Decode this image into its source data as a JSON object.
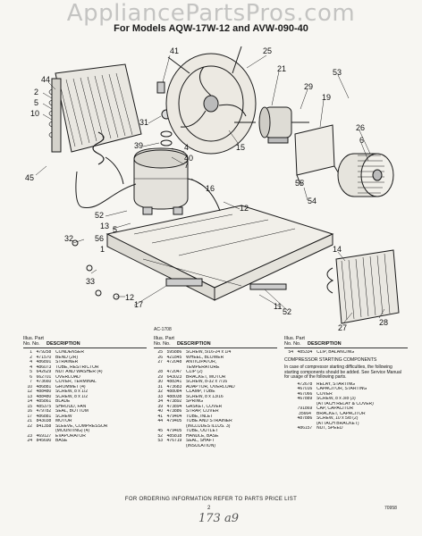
{
  "watermark": "AppliancePartsPros.com",
  "title_line": "For Models AQW-17W-12 and AVW-090-40",
  "callouts": [
    "44",
    "2",
    "5",
    "10",
    "45",
    "41",
    "31",
    "39",
    "4",
    "16",
    "7",
    "40",
    "15",
    "25",
    "21",
    "29",
    "19",
    "53",
    "26",
    "6",
    "55",
    "54",
    "12",
    "5",
    "52",
    "13",
    "56",
    "1",
    "32",
    "33",
    "12",
    "17",
    "52",
    "27",
    "28",
    "14",
    "11"
  ],
  "diagram_code": "AC-1708",
  "table": {
    "columns": [
      {
        "head_ill": "Illus. Part",
        "head_no": "No.   No.",
        "head_desc": "DESCRIPTION",
        "rows": [
          [
            "1",
            "479258",
            "CONDENSER"
          ],
          [
            "2",
            "471570",
            "BEND (2R)"
          ],
          [
            "4",
            "486891",
            "STRAINER"
          ],
          [
            "4",
            "486073",
            "TUBE, RESTRICTOR"
          ],
          [
            "5",
            "642629",
            "NUT AND WASHER (4)"
          ],
          [
            "6",
            "662701",
            "OVERLOAD"
          ],
          [
            "7",
            "473660",
            "COVER, TERMINAL"
          ],
          [
            "10",
            "486881",
            "GROMMET (4)"
          ],
          [
            "12",
            "488480",
            "SCREW, 8 x 1/2"
          ],
          [
            "13",
            "488480",
            "SCREW, 8 x 1/2"
          ],
          [
            "14",
            "485861",
            "BLADE"
          ],
          [
            "15",
            "485375",
            "SHROUD, FAN"
          ],
          [
            "16",
            "479782",
            "SEAL, BOTTOM"
          ],
          [
            "17",
            "486881",
            "SCREW"
          ],
          [
            "21",
            "843038",
            "MOTOR"
          ],
          [
            "22",
            "841358",
            "SLEEVE, COMPRESSOR"
          ],
          [
            "",
            "",
            "(MOUNTING) (4)"
          ],
          [
            "23",
            "469127",
            "EVAPORATOR"
          ],
          [
            "24",
            "845690",
            "BASE"
          ]
        ]
      },
      {
        "head_ill": "Illus. Part",
        "head_no": "No.   No.",
        "head_desc": "DESCRIPTION",
        "rows": [
          [
            "25",
            "595886",
            "SCREW, 5/16-24 x 1/4"
          ],
          [
            "26",
            "421845",
            "WHEEL, BLOWER"
          ],
          [
            "27",
            "472048",
            "ANTICIPATOR,"
          ],
          [
            "",
            "",
            "TEMPERATURE"
          ],
          [
            "28",
            "472047",
            "CLIP (2)"
          ],
          [
            "29",
            "643023",
            "BRACKET, MOTOR"
          ],
          [
            "30",
            "488341",
            "SCREW, 8-32 x 7/16"
          ],
          [
            "31",
            "473683",
            "ADAPTOR, OVERLOAD"
          ],
          [
            "32",
            "488084",
            "CLAMP, TUBE"
          ],
          [
            "33",
            "488038",
            "SCREW, 8 x 13/16"
          ],
          [
            "34",
            "473892",
            "SPRING"
          ],
          [
            "39",
            "473894",
            "GASKET, COVER"
          ],
          [
            "40",
            "473886",
            "STRAP, COVER"
          ],
          [
            "41",
            "479404",
            "TUBE, INLET"
          ],
          [
            "44",
            "479405",
            "TUBE AND STRAINER"
          ],
          [
            "",
            "",
            "(INCLUDES ILLUS. 3)"
          ],
          [
            "45",
            "479405",
            "TUBE, OUTLET"
          ],
          [
            "52",
            "485818",
            "HANDLE, BASE"
          ],
          [
            "53",
            "476719",
            "SEAL, SHAFT"
          ],
          [
            "",
            "",
            "(INSULATION)"
          ]
        ]
      },
      {
        "head_ill": "Illus. Part",
        "head_no": "No.   No.",
        "head_desc": "DESCRIPTION",
        "rows": [
          [
            "54",
            "485334",
            "CLIP, BALANCING"
          ]
        ],
        "section_title": "COMPRESSOR STARTING COMPONENTS",
        "note": "In case of compressor starting difficulties, the following starting components should be added. See Service Manual for usage of the following parts.",
        "rows2": [
          [
            "",
            "472678",
            "RELAY, STARTING"
          ],
          [
            "",
            "467016",
            "CAPACITOR, STARTING"
          ],
          [
            "",
            "467066",
            "COVER"
          ],
          [
            "",
            "467889",
            "SCREW, 8 x 3/8 (3)"
          ],
          [
            "",
            "",
            "(ATTACH RELAY & COVER)"
          ],
          [
            "",
            "791869",
            "CAP, CAPACITOR"
          ],
          [
            "",
            "35664",
            "BRACKET, CAPACITOR"
          ],
          [
            "",
            "487886",
            "SCREW, 10 x 5/8 (2)"
          ],
          [
            "",
            "",
            "(ATTACH BRACKET)"
          ],
          [
            "",
            "486157",
            "NUT, SPEED"
          ]
        ]
      }
    ]
  },
  "footer_note": "FOR ORDERING INFORMATION REFER TO PARTS PRICE LIST",
  "page_number": "2",
  "handwritten": "173  a9",
  "bottom_code": "70958"
}
